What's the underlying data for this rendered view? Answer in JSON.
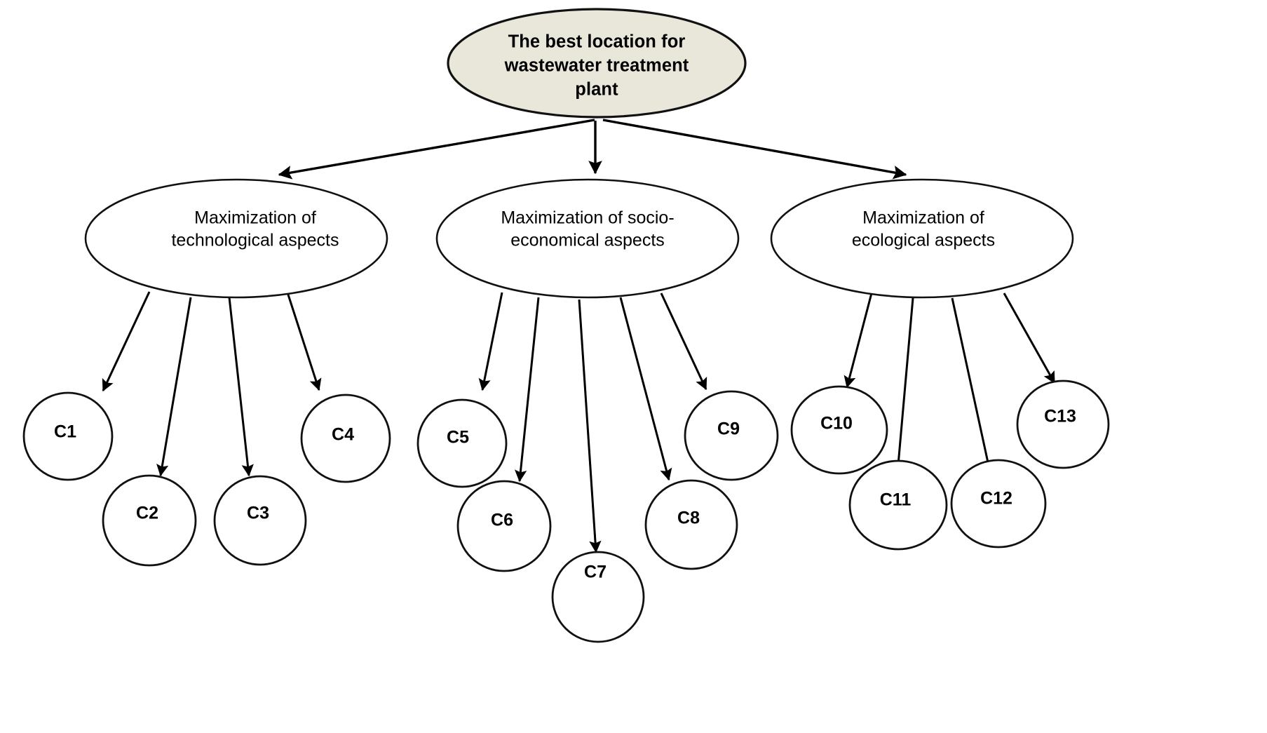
{
  "diagram": {
    "type": "hierarchy-tree",
    "background_color": "#ffffff",
    "goal_fill_color": "#e9e7da",
    "node_fill_color": "#ffffff",
    "stroke_color": "#111111",
    "goal": {
      "id": "goal",
      "lines": [
        "The  best location for",
        "wastewater treatment",
        "plant"
      ],
      "line1": "The  best location for",
      "line2": "wastewater treatment",
      "line3": "plant"
    },
    "criteria": [
      {
        "id": "criterion-technological",
        "line1": "Maximization of",
        "line2": "technological  aspects"
      },
      {
        "id": "criterion-socio-economical",
        "line1": "Maximization of socio-",
        "line2": "economical  aspects"
      },
      {
        "id": "criterion-ecological",
        "line1": "Maximization of",
        "line2": "ecological  aspects"
      }
    ],
    "subcriteria": {
      "technological": [
        {
          "id": "c1",
          "label": "C1"
        },
        {
          "id": "c2",
          "label": "C2"
        },
        {
          "id": "c3",
          "label": "C3"
        },
        {
          "id": "c4",
          "label": "C4"
        }
      ],
      "socio_economical": [
        {
          "id": "c5",
          "label": "C5"
        },
        {
          "id": "c6",
          "label": "C6"
        },
        {
          "id": "c7",
          "label": "C7"
        },
        {
          "id": "c8",
          "label": "C8"
        },
        {
          "id": "c9",
          "label": "C9"
        }
      ],
      "ecological": [
        {
          "id": "c10",
          "label": "C10"
        },
        {
          "id": "c11",
          "label": "C11"
        },
        {
          "id": "c12",
          "label": "C12"
        },
        {
          "id": "c13",
          "label": "C13"
        }
      ]
    }
  }
}
